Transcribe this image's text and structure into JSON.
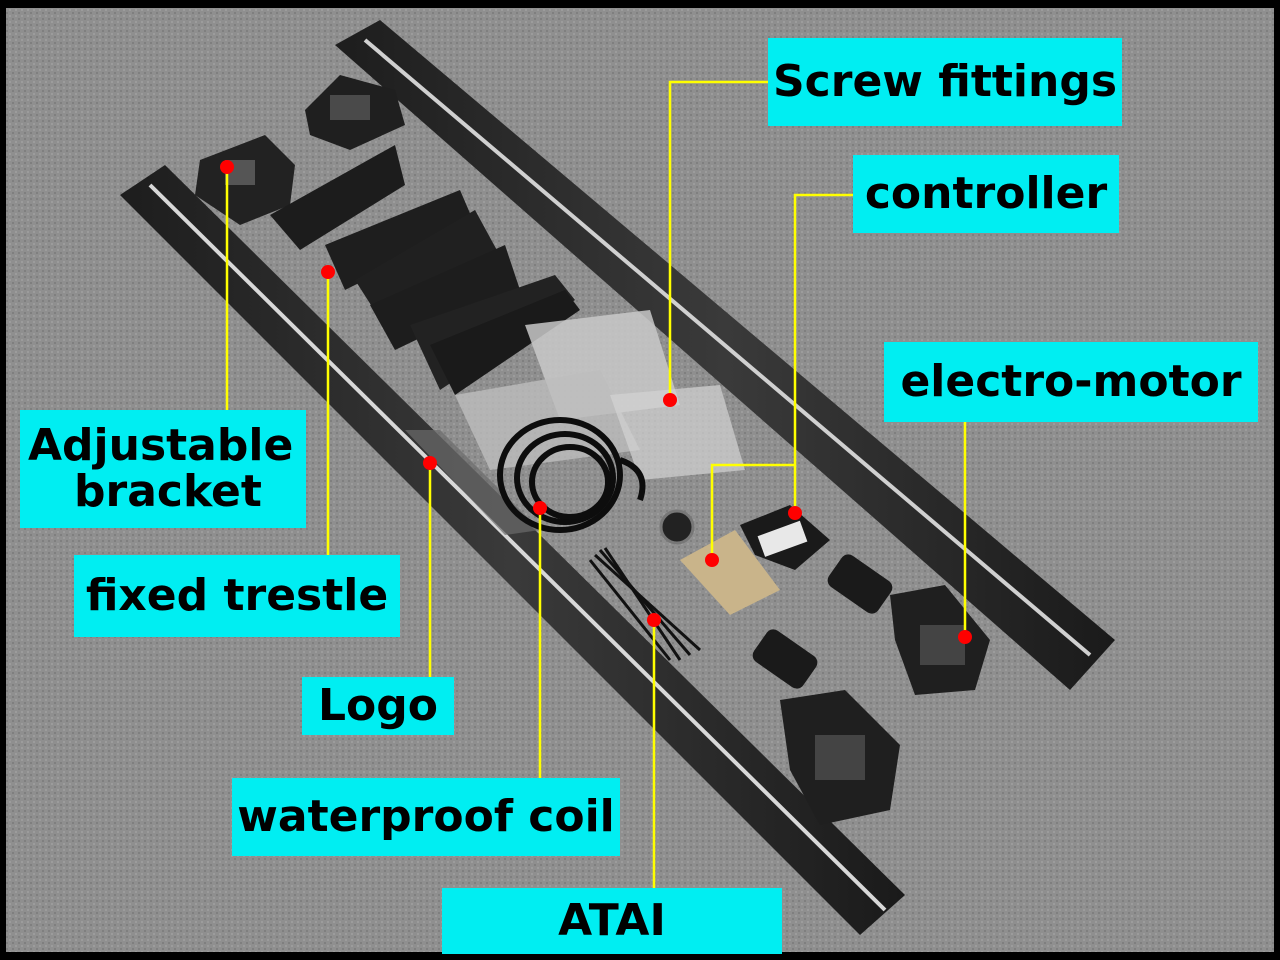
{
  "colors": {
    "label_bg": "#00eef2",
    "leader_line": "#ffff00",
    "marker": "#ff0000",
    "carpet": "#8d8d8d",
    "board": "#2a2a2a"
  },
  "labels": {
    "screw_fittings": "Screw fittings",
    "controller": "controller",
    "electro_motor": "electro-motor",
    "adjustable_bracket_line1": "Adjustable",
    "adjustable_bracket_line2": "bracket",
    "fixed_trestle": "fixed trestle",
    "logo": "Logo",
    "waterproof_coil": "waterproof coil",
    "atai": "ATAI"
  }
}
